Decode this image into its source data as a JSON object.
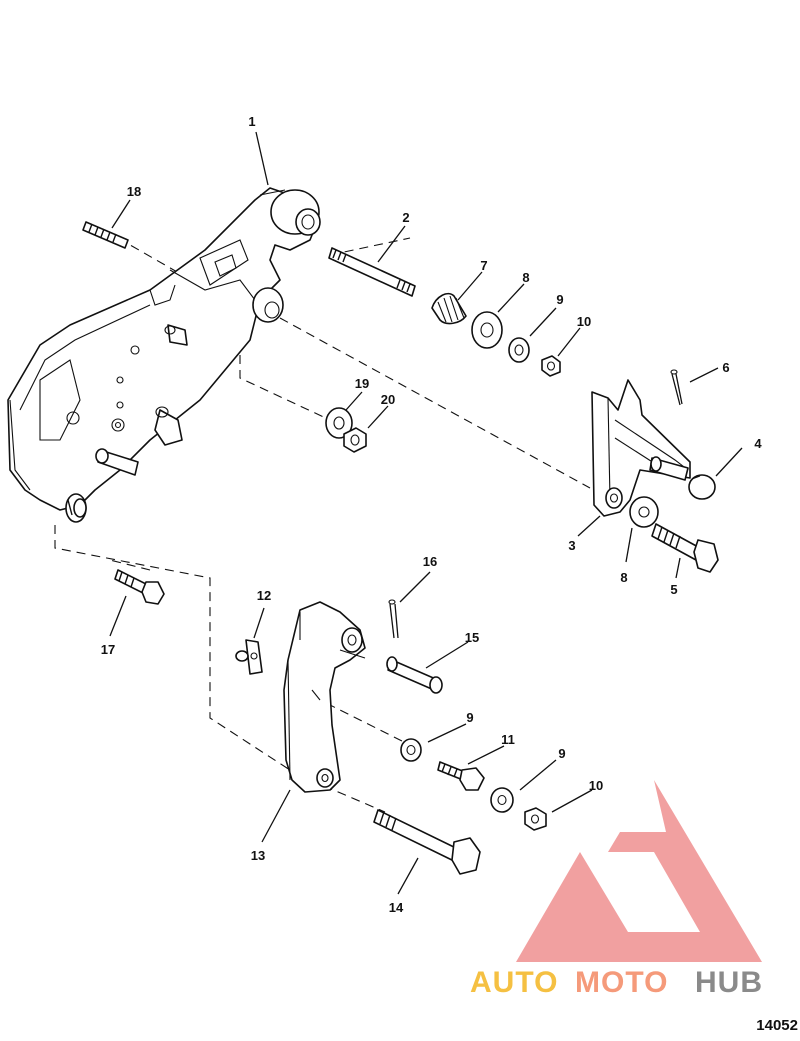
{
  "diagram": {
    "reference_number": "14052",
    "callouts": [
      "1",
      "2",
      "3",
      "4",
      "5",
      "6",
      "7",
      "8",
      "8",
      "9",
      "9",
      "9",
      "10",
      "10",
      "11",
      "12",
      "13",
      "14",
      "15",
      "16",
      "17",
      "18",
      "19",
      "20"
    ]
  },
  "watermark": {
    "brand_part1": "AUTO",
    "brand_part2": "MOTO",
    "brand_part3": "HUB",
    "colors": {
      "logo": "#ef8f8f",
      "auto": "#f5c042",
      "moto": "#f59a7a",
      "hub": "#8a8a8a"
    }
  }
}
